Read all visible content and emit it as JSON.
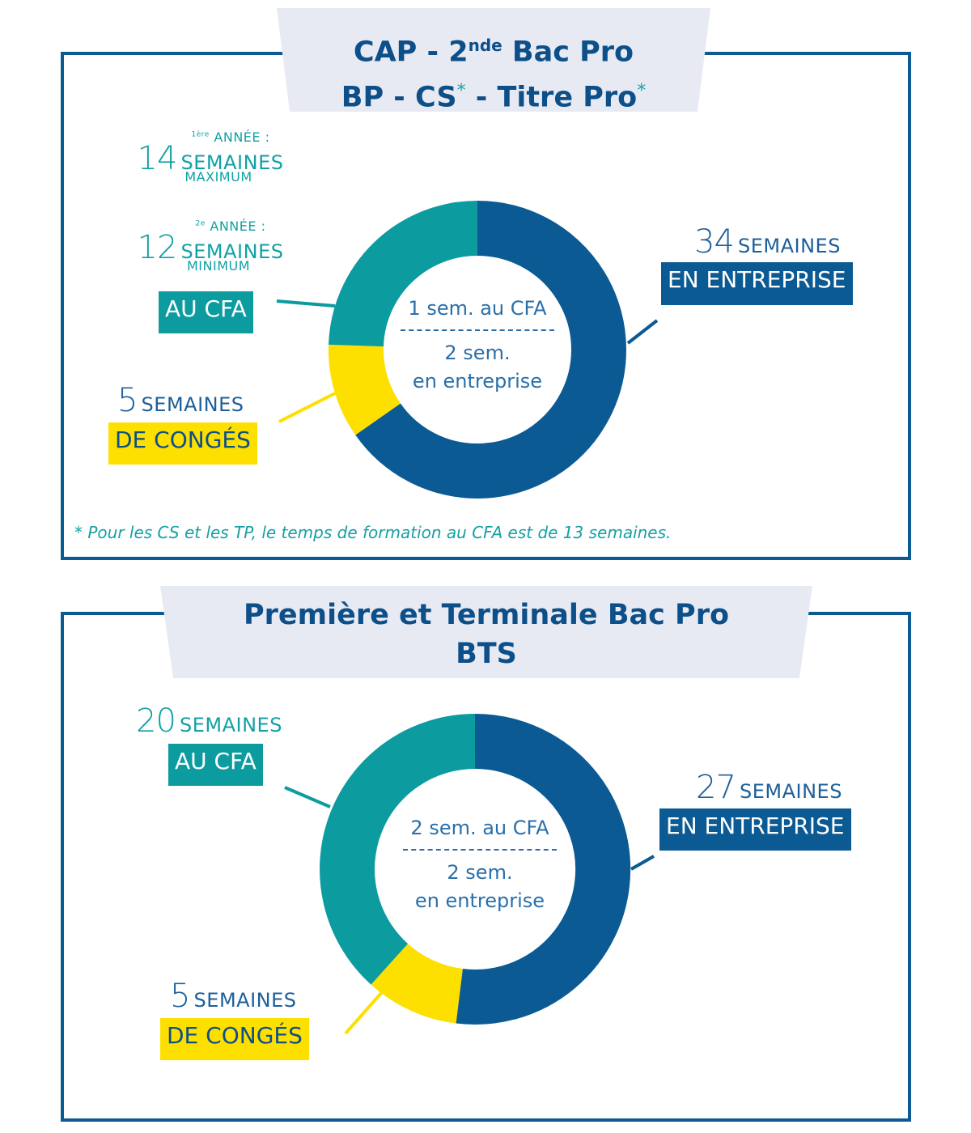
{
  "colors": {
    "frame": "#0b5a93",
    "title_bg": "#e8eaf3",
    "title_text": "#0d4f89",
    "cfa_teal": "#0c9b9f",
    "entreprise_navy": "#0b5a93",
    "conges_yellow": "#fddf00"
  },
  "section1": {
    "title_line1_pre": "CAP - 2",
    "title_line1_sup": "nde",
    "title_line1_post": " Bac Pro",
    "title_line2_a": "BP - CS",
    "title_line2_star1": "*",
    "title_line2_b": " - Titre Pro",
    "title_line2_star2": "*",
    "cfa": {
      "year1_label_sup": "1ère",
      "year1_label": " ANNÉE :",
      "year1_number": "14",
      "year1_unit": "SEMAINES",
      "year1_qualifier": "MAXIMUM",
      "year2_label_sup": "2e",
      "year2_label": " ANNÉE :",
      "year2_number": "12",
      "year2_unit": "SEMAINES",
      "year2_qualifier": "MINIMUM",
      "pill": "AU CFA"
    },
    "entreprise": {
      "number": "34",
      "unit": "SEMAINES",
      "pill": "EN ENTREPRISE"
    },
    "conges": {
      "number": "5",
      "unit": "SEMAINES",
      "pill": "DE CONGÉS"
    },
    "center": {
      "line1": "1 sem. au CFA",
      "line2": "2 sem.",
      "line3": "en entreprise"
    },
    "footnote": "* Pour les CS et les TP, le temps de formation au CFA est de 13 semaines."
  },
  "section2": {
    "title_line1": "Première et Terminale Bac Pro",
    "title_line2": "BTS",
    "cfa": {
      "number": "20",
      "unit": "SEMAINES",
      "pill": "AU CFA"
    },
    "entreprise": {
      "number": "27",
      "unit": "SEMAINES",
      "pill": "EN ENTREPRISE"
    },
    "conges": {
      "number": "5",
      "unit": "SEMAINES",
      "pill": "DE CONGÉS"
    },
    "center": {
      "line1": "2 sem. au CFA",
      "line2": "2 sem.",
      "line3": "en entreprise"
    }
  },
  "chart_data": [
    {
      "type": "pie",
      "subtype": "donut",
      "title": "CAP - 2nde Bac Pro / BP - CS* - Titre Pro*",
      "categories": [
        "En entreprise",
        "Au CFA",
        "De congés"
      ],
      "values": [
        34,
        13,
        5
      ],
      "unit": "semaines",
      "notes": "CFA: 1ère année 14 semaines maximum, 2e année 12 semaines minimum; rythme 1 sem. au CFA / 2 sem. en entreprise",
      "colors": [
        "#0b5a93",
        "#0c9b9f",
        "#fddf00"
      ]
    },
    {
      "type": "pie",
      "subtype": "donut",
      "title": "Première et Terminale Bac Pro / BTS",
      "categories": [
        "En entreprise",
        "Au CFA",
        "De congés"
      ],
      "values": [
        27,
        20,
        5
      ],
      "unit": "semaines",
      "notes": "rythme 2 sem. au CFA / 2 sem. en entreprise",
      "colors": [
        "#0b5a93",
        "#0c9b9f",
        "#fddf00"
      ]
    }
  ]
}
